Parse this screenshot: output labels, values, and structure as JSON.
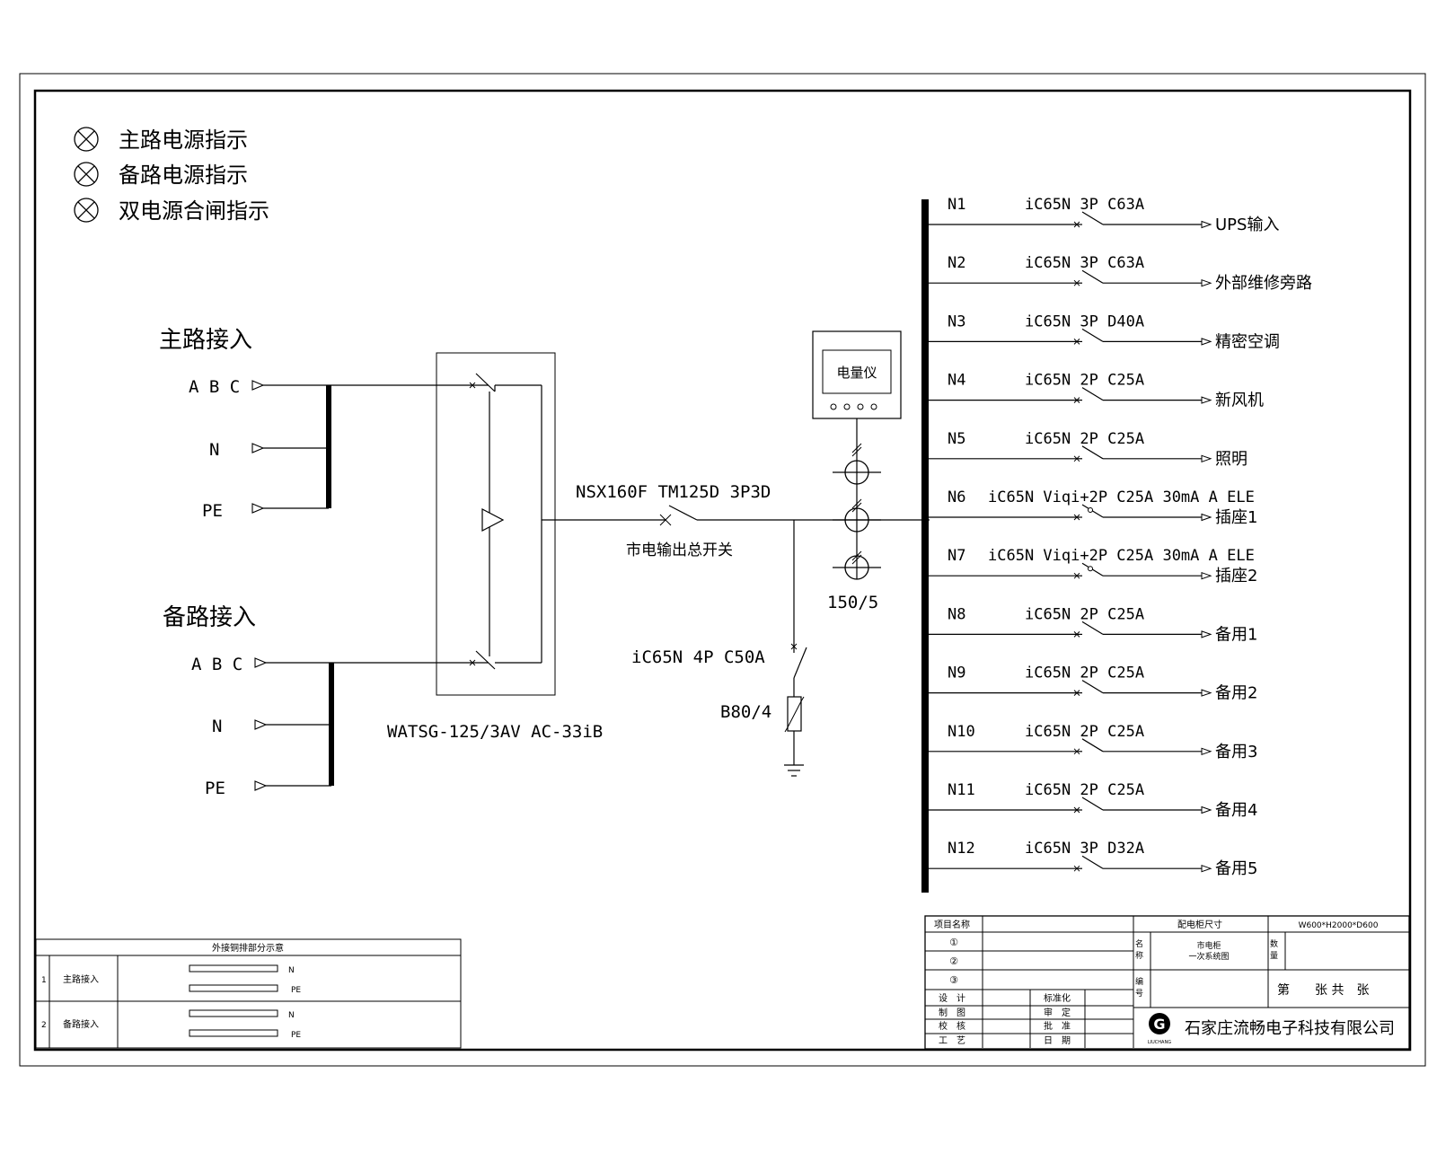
{
  "legend": [
    {
      "label": "主路电源指示"
    },
    {
      "label": "备路电源指示"
    },
    {
      "label": "双电源合闸指示"
    }
  ],
  "main_input": {
    "title": "主路接入",
    "abc": "A B C",
    "n": "N",
    "pe": "PE"
  },
  "backup_input": {
    "title": "备路接入",
    "abc": "A B C",
    "n": "N",
    "pe": "PE"
  },
  "ats": {
    "model": "WATSG-125/3AV AC-33iB"
  },
  "main_switch": {
    "model": "NSX160F TM125D 3P3D",
    "caption": "市电输出总开关"
  },
  "surge": {
    "breaker": "iC65N 4P C50A",
    "arrester": "B80/4"
  },
  "meter": {
    "label": "电量仪",
    "ct_ratio": "150/5"
  },
  "circuits": [
    {
      "id": "N1",
      "breaker": "iC65N 3P C63A",
      "load": "UPS输入"
    },
    {
      "id": "N2",
      "breaker": "iC65N 3P C63A",
      "load": "外部维修旁路"
    },
    {
      "id": "N3",
      "breaker": "iC65N 3P D40A",
      "load": "精密空调"
    },
    {
      "id": "N4",
      "breaker": "iC65N 2P C25A",
      "load": "新风机"
    },
    {
      "id": "N5",
      "breaker": "iC65N 2P C25A",
      "load": "照明"
    },
    {
      "id": "N6",
      "breaker": "iC65N Viqi+2P C25A 30mA A ELE",
      "load": "插座1"
    },
    {
      "id": "N7",
      "breaker": "iC65N Viqi+2P C25A 30mA A ELE",
      "load": "插座2"
    },
    {
      "id": "N8",
      "breaker": "iC65N 2P C25A",
      "load": "备用1"
    },
    {
      "id": "N9",
      "breaker": "iC65N 2P C25A",
      "load": "备用2"
    },
    {
      "id": "N10",
      "breaker": "iC65N 2P C25A",
      "load": "备用3"
    },
    {
      "id": "N11",
      "breaker": "iC65N 2P C25A",
      "load": "备用4"
    },
    {
      "id": "N12",
      "breaker": "iC65N 3P D32A",
      "load": "备用5"
    }
  ],
  "busbar_table": {
    "title": "外接铜排部分示意",
    "rows": [
      {
        "no": "1",
        "name": "主路接入",
        "bars": [
          "N",
          "PE"
        ]
      },
      {
        "no": "2",
        "name": "备路接入",
        "bars": [
          "N",
          "PE"
        ]
      }
    ]
  },
  "title_block": {
    "project_label": "项目名称",
    "size_label": "配电柜尺寸",
    "size_value": "W600*H2000*D600",
    "nums": [
      "①",
      "②",
      "③"
    ],
    "name_label": "名称",
    "name_value_1": "市电柜",
    "name_value_2": "一次系统图",
    "qty_label": "数量",
    "code_label": "编号",
    "sheet_text": "第　　张 共　张",
    "roles_left": [
      "设　计",
      "制　图",
      "校　核",
      "工　艺"
    ],
    "roles_right": [
      "标准化",
      "审　定",
      "批　准",
      "日　期"
    ],
    "company": "石家庄流畅电子科技有限公司",
    "logo_text": "LIUCHANG"
  }
}
